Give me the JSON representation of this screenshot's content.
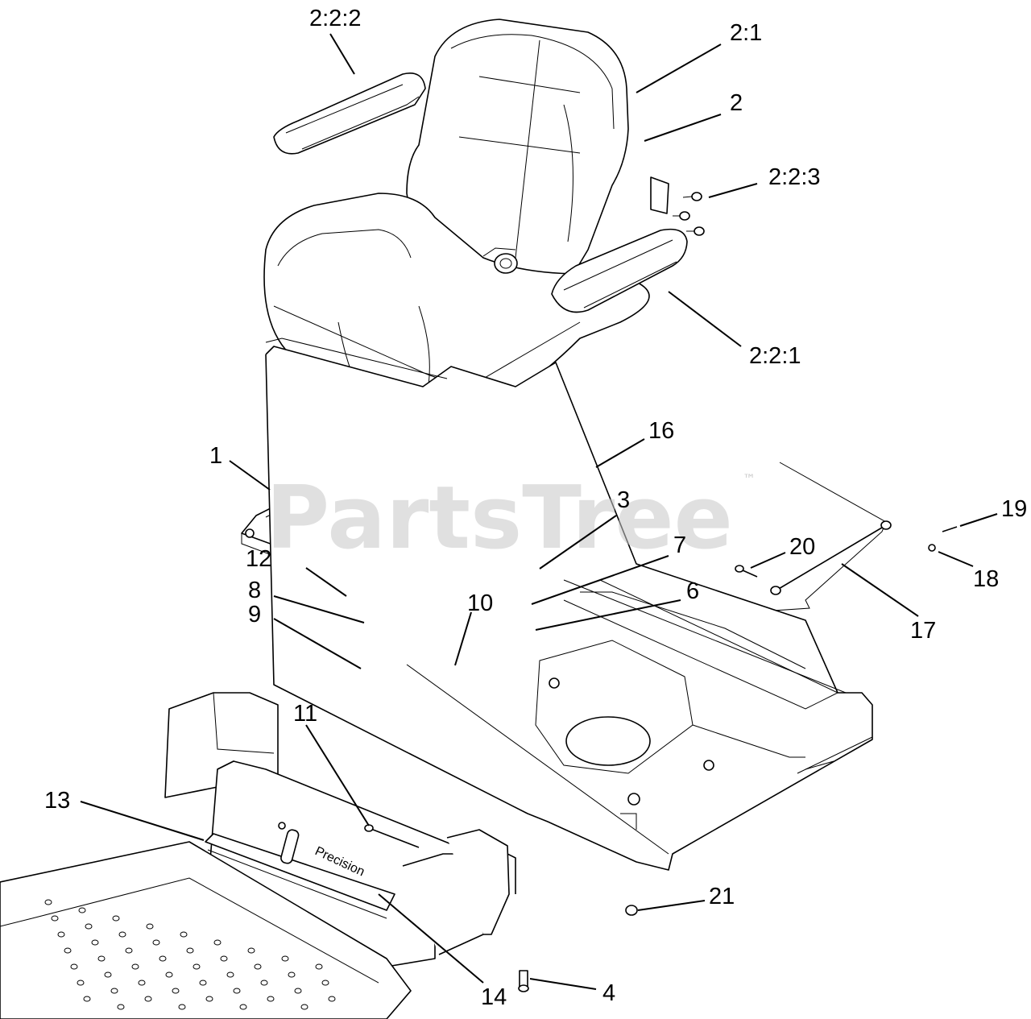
{
  "watermark": {
    "text": "PartsTree",
    "trademark": "™"
  },
  "decal": {
    "text": "Precision"
  },
  "callouts": [
    {
      "id": "2-2-2",
      "label": "2:2:2"
    },
    {
      "id": "2-1",
      "label": "2:1"
    },
    {
      "id": "2",
      "label": "2"
    },
    {
      "id": "2-2-3",
      "label": "2:2:3"
    },
    {
      "id": "2-2-1",
      "label": "2:2:1"
    },
    {
      "id": "16",
      "label": "16"
    },
    {
      "id": "1",
      "label": "1"
    },
    {
      "id": "3",
      "label": "3"
    },
    {
      "id": "19",
      "label": "19"
    },
    {
      "id": "12",
      "label": "12"
    },
    {
      "id": "7",
      "label": "7"
    },
    {
      "id": "20",
      "label": "20"
    },
    {
      "id": "18",
      "label": "18"
    },
    {
      "id": "8",
      "label": "8"
    },
    {
      "id": "10",
      "label": "10"
    },
    {
      "id": "6",
      "label": "6"
    },
    {
      "id": "9",
      "label": "9"
    },
    {
      "id": "17",
      "label": "17"
    },
    {
      "id": "11",
      "label": "11"
    },
    {
      "id": "13",
      "label": "13"
    },
    {
      "id": "21",
      "label": "21"
    },
    {
      "id": "14",
      "label": "14"
    },
    {
      "id": "4",
      "label": "4"
    }
  ]
}
